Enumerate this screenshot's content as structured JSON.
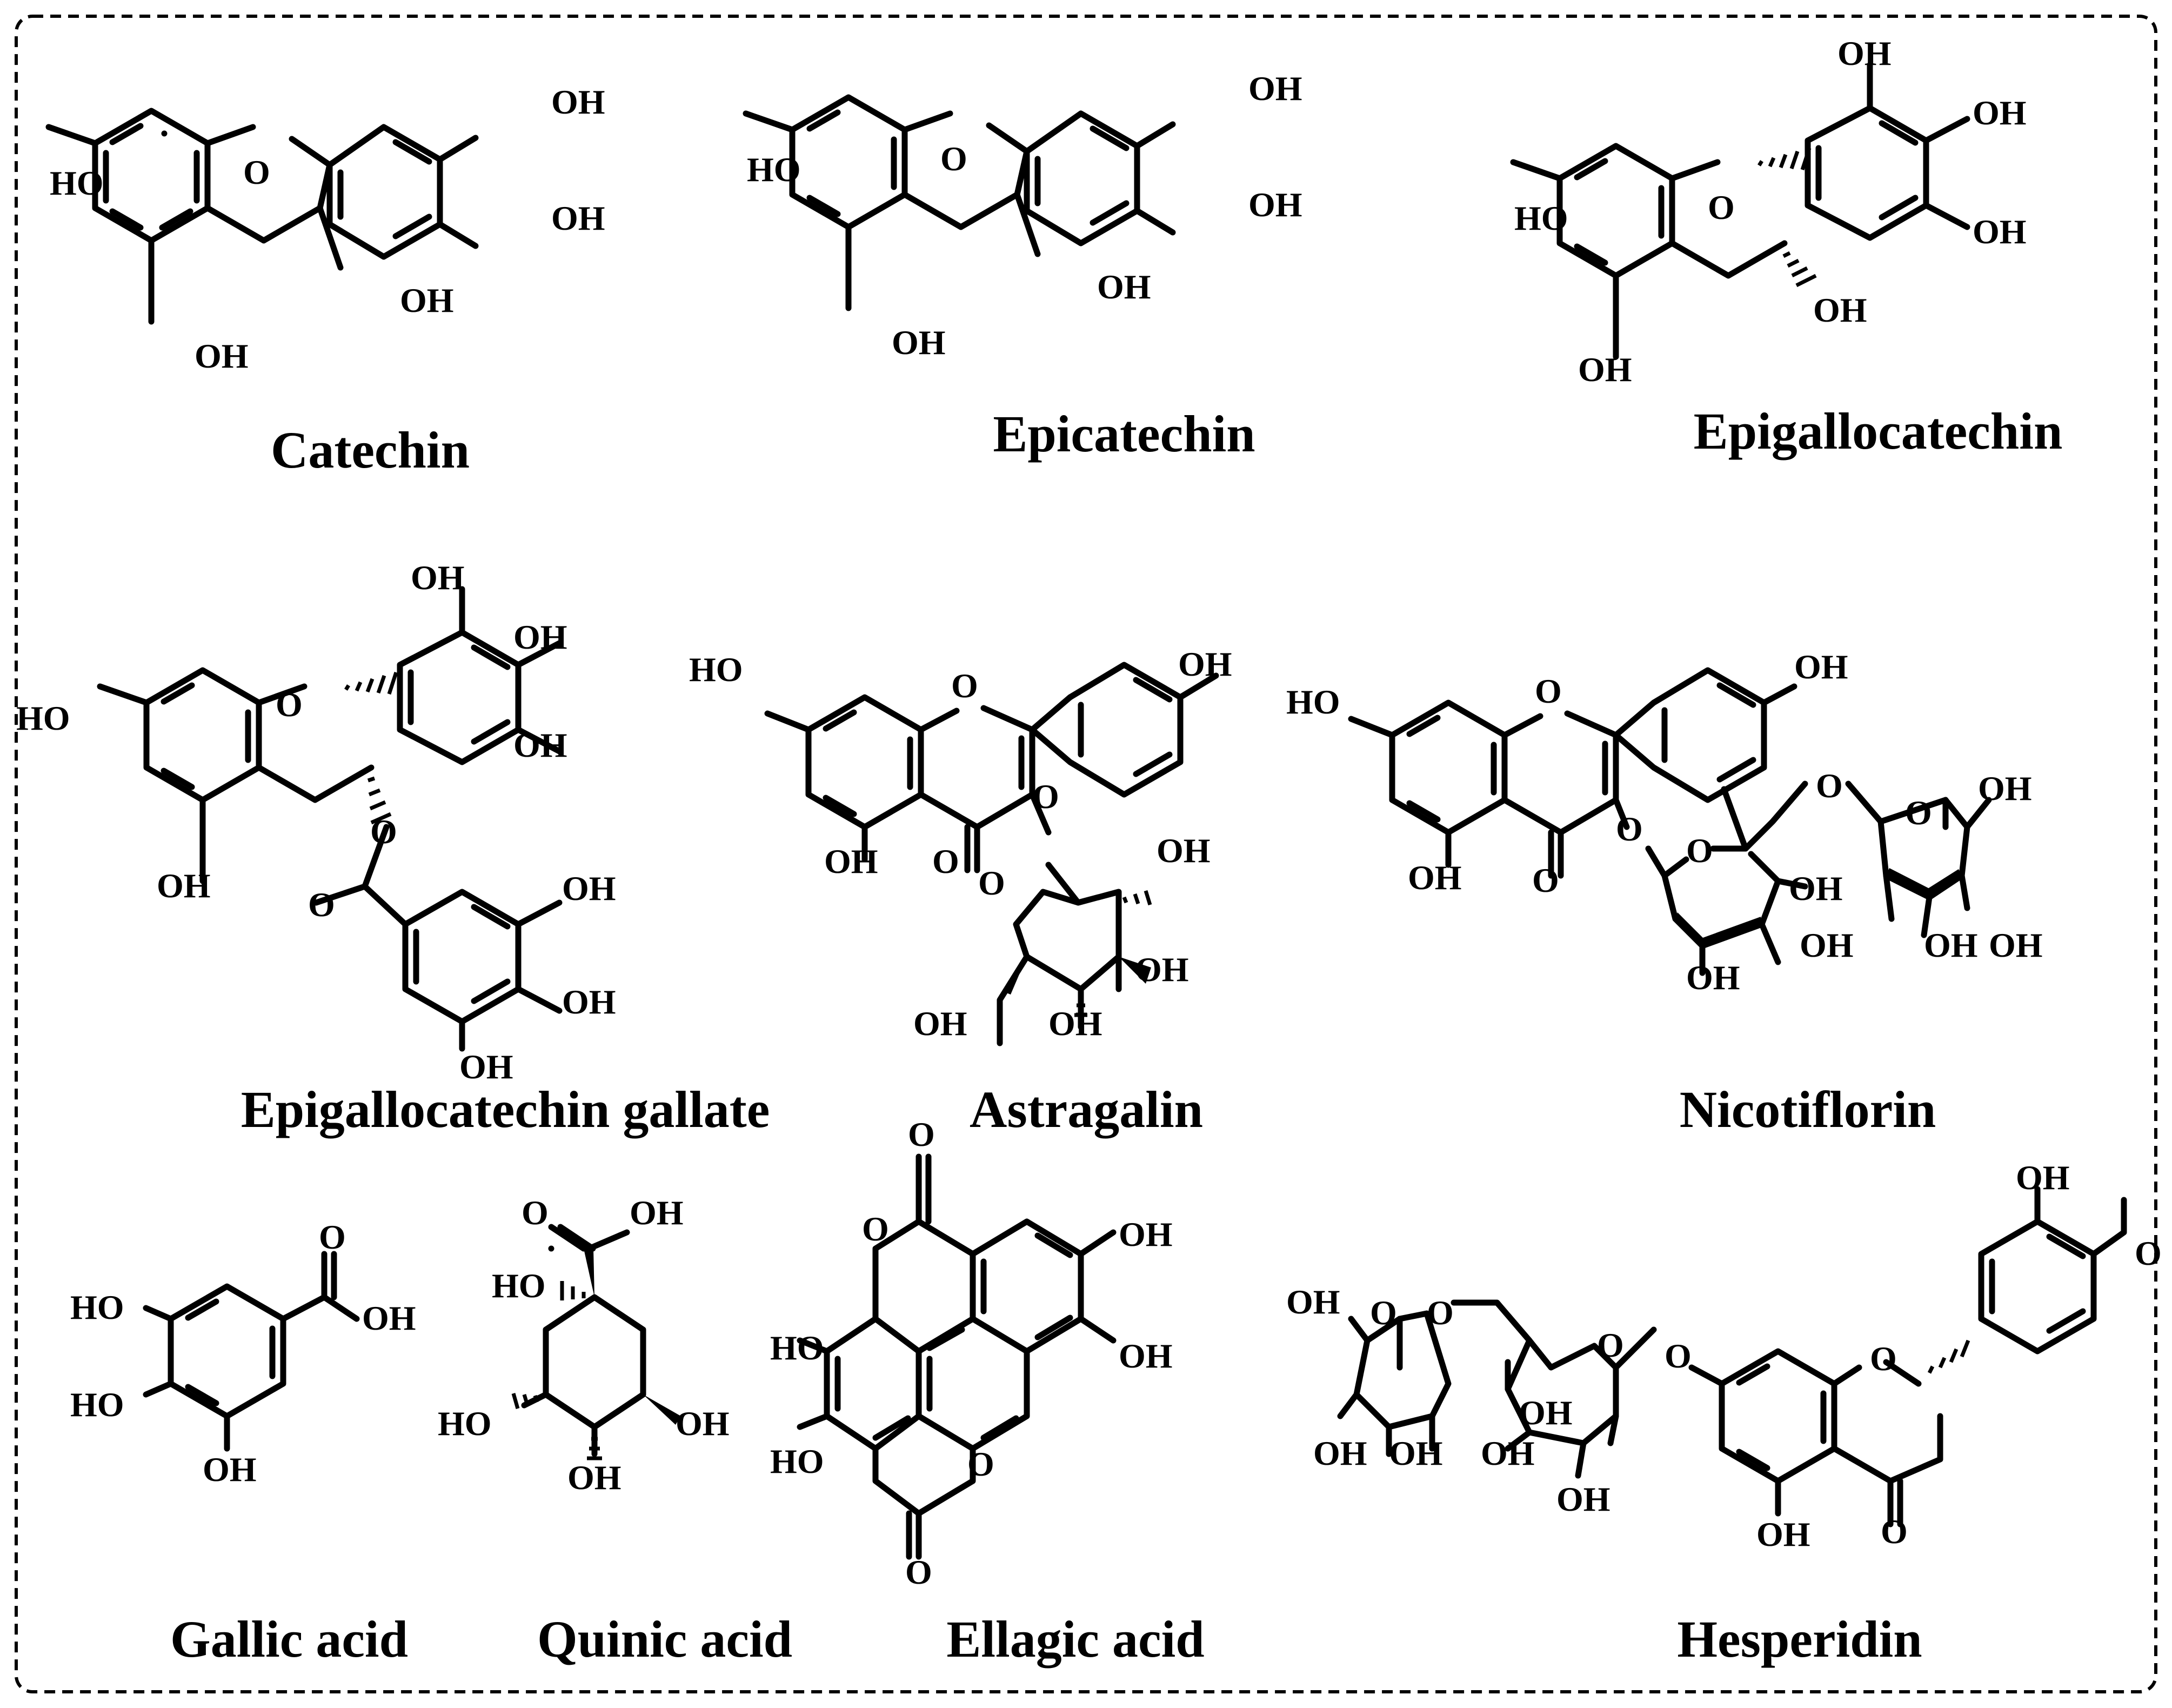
{
  "figure": {
    "compounds": [
      {
        "id": "catechin",
        "name": "Catechin",
        "atoms": {
          "ho7": "HO",
          "o1": "O",
          "oh3p": "OH",
          "oh4p": "OH",
          "oh3": "OH",
          "oh5": "OH"
        }
      },
      {
        "id": "epicatechin",
        "name": "Epicatechin",
        "atoms": {
          "ho7": "HO",
          "o1": "O",
          "oh3p": "OH",
          "oh4p": "OH",
          "oh3": "OH",
          "oh5": "OH"
        }
      },
      {
        "id": "epigallocatechin",
        "name": "Epigallocatechin",
        "atoms": {
          "ho7": "HO",
          "o1": "O",
          "oh3p": "OH",
          "oh4p": "OH",
          "oh5p": "OH",
          "oh3": "OH",
          "oh5": "OH"
        }
      },
      {
        "id": "egcg",
        "name": "Epigallocatechin gallate",
        "atoms": {
          "ho7": "HO",
          "o1": "O",
          "oh3p": "OH",
          "oh4p": "OH",
          "oh5p": "OH",
          "o3": "O",
          "oco": "O",
          "oh5": "OH",
          "g3": "OH",
          "g4": "OH",
          "g5": "OH"
        }
      },
      {
        "id": "astragalin",
        "name": "Astragalin",
        "atoms": {
          "oh4p": "OH",
          "ho7": "HO",
          "o1": "O",
          "o3": "O",
          "co4": "O",
          "oh5": "OH",
          "ring_o": "O",
          "oh2": "OH",
          "oh3": "OH",
          "oh4": "OH",
          "oh6": "OH"
        }
      },
      {
        "id": "nicotiflorin",
        "name": "Nicotiflorin",
        "atoms": {
          "oh4p": "OH",
          "ho7": "HO",
          "o1": "O",
          "o3": "O",
          "co4": "O",
          "oh5": "OH",
          "glc_o": "O",
          "link_o": "O",
          "rha_o": "O",
          "glc_oh2": "OH",
          "glc_oh3": "OH",
          "glc_oh4": "OH",
          "rha_oh2": "OH",
          "rha_oh3": "OH",
          "rha_oh4": "OH"
        }
      },
      {
        "id": "gallic",
        "name": "Gallic acid",
        "atoms": {
          "ho3": "HO",
          "ho4": "HO",
          "oh5": "OH",
          "co": "O",
          "cooh": "OH"
        }
      },
      {
        "id": "quinic",
        "name": "Quinic acid",
        "atoms": {
          "co": "O",
          "cooh": "OH",
          "ho1": "HO",
          "ho5": "HO",
          "oh3": "OH",
          "oh4": "OH"
        }
      },
      {
        "id": "ellagic",
        "name": "Ellagic acid",
        "atoms": {
          "co1": "O",
          "ring_o1": "O",
          "oh_r1": "OH",
          "oh_r2": "OH",
          "ho_l1": "HO",
          "ho_l2": "HO",
          "ring_o2": "O",
          "co2": "O"
        }
      },
      {
        "id": "hesperidin",
        "name": "Hesperidin",
        "atoms": {
          "oh3p": "OH",
          "ome": "O",
          "o1": "O",
          "o7": "O",
          "co4": "O",
          "oh5": "OH",
          "glc_o": "O",
          "glc_oh2": "OH",
          "glc_oh3": "OH",
          "glc_oh4": "OH",
          "link_o": "O",
          "rha_o": "O",
          "rha_oh2": "OH",
          "rha_oh3": "OH",
          "rha_oh4": "OH"
        }
      }
    ]
  }
}
